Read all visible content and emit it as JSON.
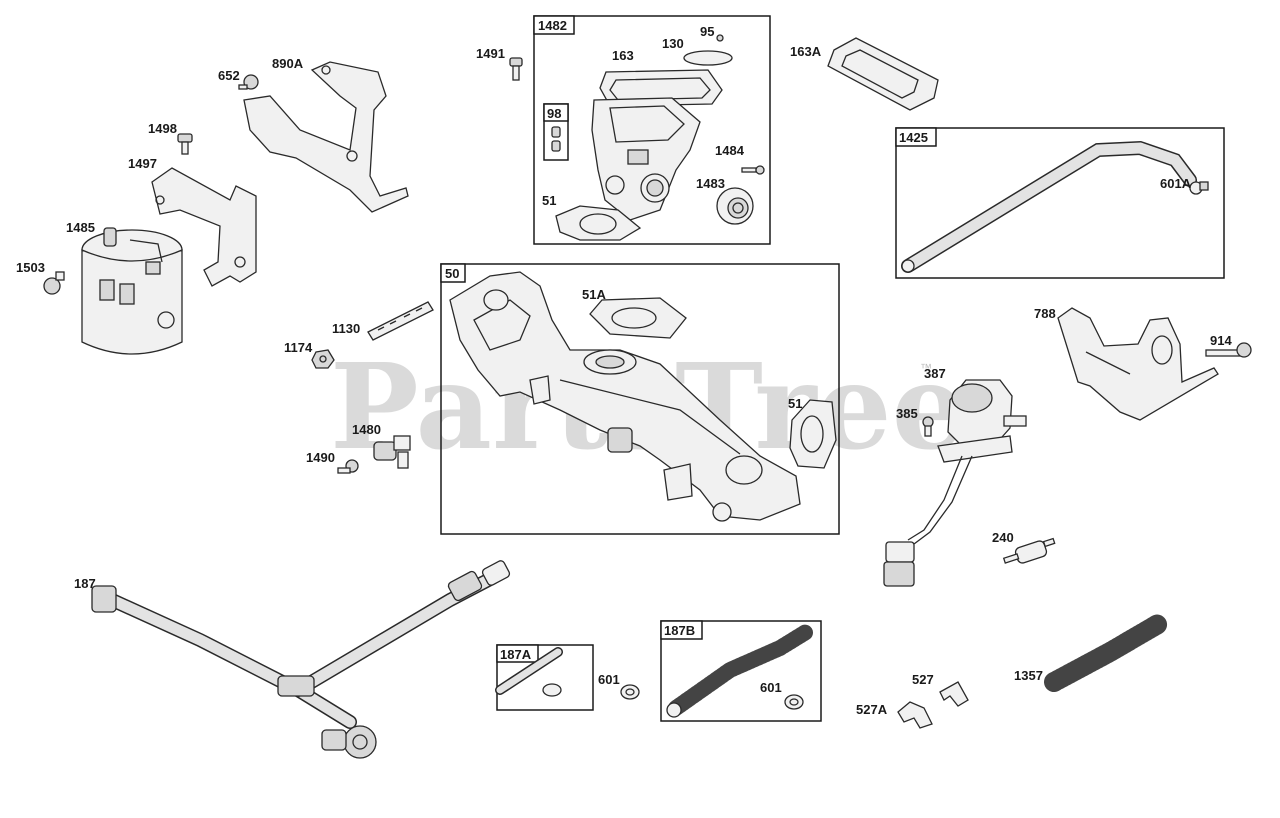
{
  "watermark": {
    "text": "PartsTree",
    "trademark": "™"
  },
  "groups": [
    {
      "id": "1482"
    },
    {
      "id": "98"
    },
    {
      "id": "1425"
    },
    {
      "id": "50"
    },
    {
      "id": "187A"
    },
    {
      "id": "187B"
    }
  ],
  "callouts": [
    "1491",
    "163",
    "130",
    "95",
    "163A",
    "1484",
    "1483",
    "51",
    "601A",
    "652",
    "890A",
    "1498",
    "1497",
    "1485",
    "1503",
    "1130",
    "1174",
    "1480",
    "1490",
    "51A",
    "51",
    "788",
    "914",
    "387",
    "385",
    "240",
    "187",
    "601",
    "601",
    "527",
    "527A",
    "1357"
  ]
}
